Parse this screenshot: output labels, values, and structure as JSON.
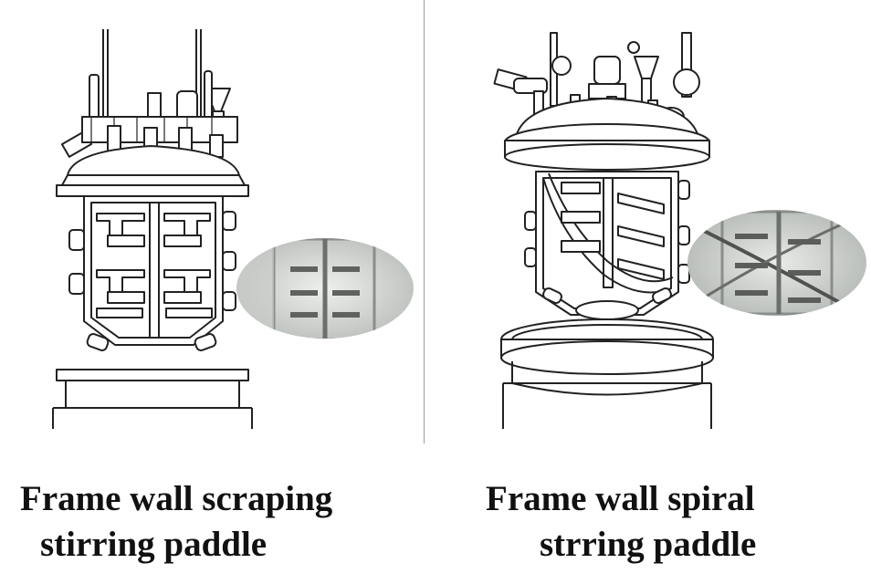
{
  "captions": {
    "left": {
      "line1": "Frame wall scraping",
      "line2": "stirring paddle"
    },
    "right": {
      "line1": "Frame wall spiral",
      "line2": "strring paddle"
    }
  },
  "colors": {
    "background": "#ffffff",
    "line_art": "#222222",
    "divider": "#9a9a9a",
    "photo_inset": "#d6d8d6"
  }
}
